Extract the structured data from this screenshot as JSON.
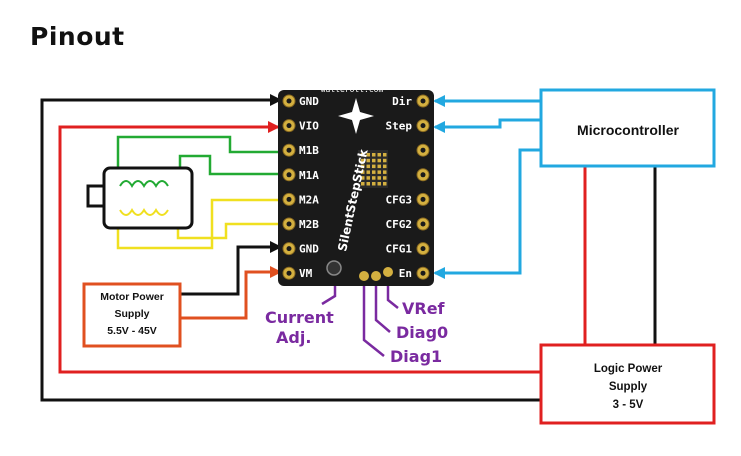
{
  "title": "Pinout",
  "board": {
    "brand": "watterott.com",
    "name": "SilentStepStick",
    "left_pins": [
      "GND",
      "VIO",
      "M1B",
      "M1A",
      "M2A",
      "M2B",
      "GND",
      "VM"
    ],
    "right_pins": [
      "Dir",
      "Step",
      "",
      "",
      "CFG3",
      "CFG2",
      "CFG1",
      "En"
    ]
  },
  "boxes": {
    "microcontroller": "Microcontroller",
    "motor_power": [
      "Motor Power",
      "Supply",
      "5.5V - 45V"
    ],
    "logic_power": [
      "Logic Power",
      "Supply",
      "3 - 5V"
    ]
  },
  "annotations": {
    "current_adj": [
      "Current",
      "Adj."
    ],
    "vref": "VRef",
    "diag0": "Diag0",
    "diag1": "Diag1"
  },
  "colors": {
    "black": "#111111",
    "red": "#e02020",
    "blue": "#22a8e0",
    "green": "#22aa33",
    "yellow": "#f0e020",
    "orange": "#e05020",
    "purple": "#7a2aa0",
    "board": "#1a1a1a",
    "pad": "#d4b040"
  }
}
